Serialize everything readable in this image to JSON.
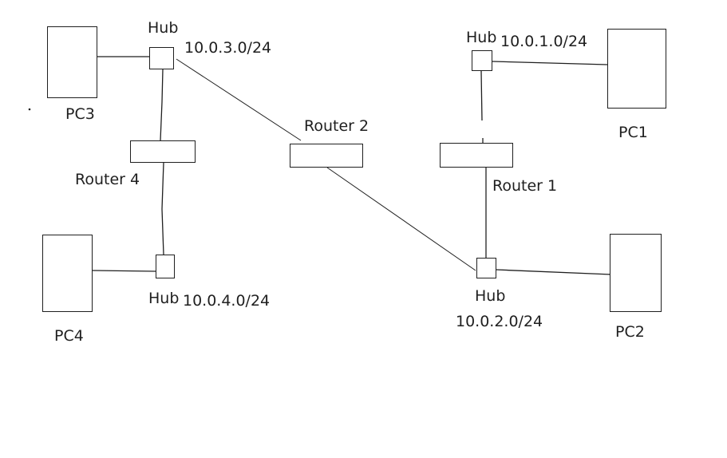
{
  "colors": {
    "ink": "#1f1f1f",
    "background": "#ffffff"
  },
  "nodes": {
    "pc1": {
      "label": "PC1"
    },
    "pc2": {
      "label": "PC2"
    },
    "pc3": {
      "label": "PC3"
    },
    "pc4": {
      "label": "PC4"
    },
    "router1": {
      "label": "Router 1"
    },
    "router2": {
      "label": "Router 2"
    },
    "router4": {
      "label": "Router 4"
    },
    "hub1": {
      "label": "Hub",
      "network": "10.0.1.0/24"
    },
    "hub2": {
      "label": "Hub",
      "network": "10.0.2.0/24"
    },
    "hub3": {
      "label": "Hub",
      "network": "10.0.3.0/24"
    },
    "hub4": {
      "label": "Hub",
      "network": "10.0.4.0/24"
    }
  },
  "connections": [
    {
      "from": "pc3",
      "to": "hub3"
    },
    {
      "from": "hub3",
      "to": "router4"
    },
    {
      "from": "hub3",
      "to": "router2"
    },
    {
      "from": "router4",
      "to": "hub4"
    },
    {
      "from": "pc4",
      "to": "hub4"
    },
    {
      "from": "router2",
      "to": "hub2"
    },
    {
      "from": "hub1",
      "to": "pc1"
    },
    {
      "from": "hub1",
      "to": "router1"
    },
    {
      "from": "router1",
      "to": "hub2"
    },
    {
      "from": "hub2",
      "to": "pc2"
    }
  ]
}
